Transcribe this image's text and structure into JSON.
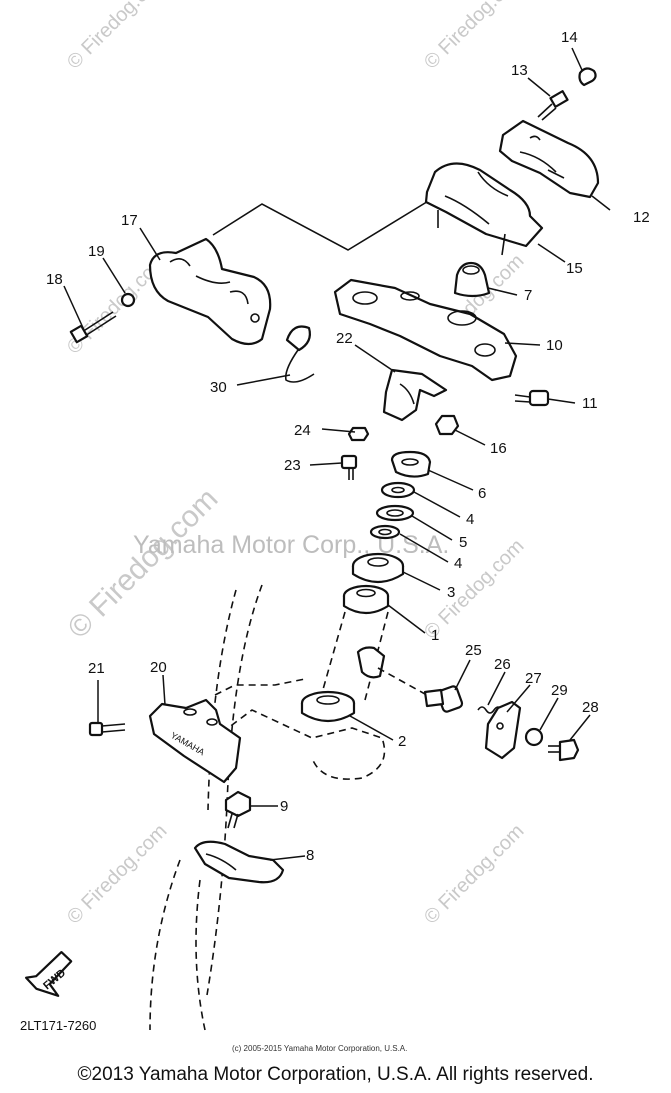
{
  "watermark": {
    "site": "© Firedog.com",
    "corporation": "Yamaha Motor Corp., U.S.A."
  },
  "callouts": [
    "1",
    "2",
    "3",
    "4",
    "4",
    "5",
    "6",
    "7",
    "8",
    "9",
    "10",
    "11",
    "12",
    "13",
    "14",
    "15",
    "16",
    "17",
    "18",
    "19",
    "20",
    "21",
    "22",
    "23",
    "24",
    "25",
    "26",
    "27",
    "28",
    "29",
    "30"
  ],
  "fwd_label": "FWD",
  "diagram_code": "2LT171-7260",
  "brand_marking": "YAMAHA",
  "small_copyright": "(c) 2005-2015 Yamaha Motor Corporation, U.S.A.",
  "footer_copyright": "©2013 Yamaha Motor Corporation, U.S.A. All rights reserved."
}
